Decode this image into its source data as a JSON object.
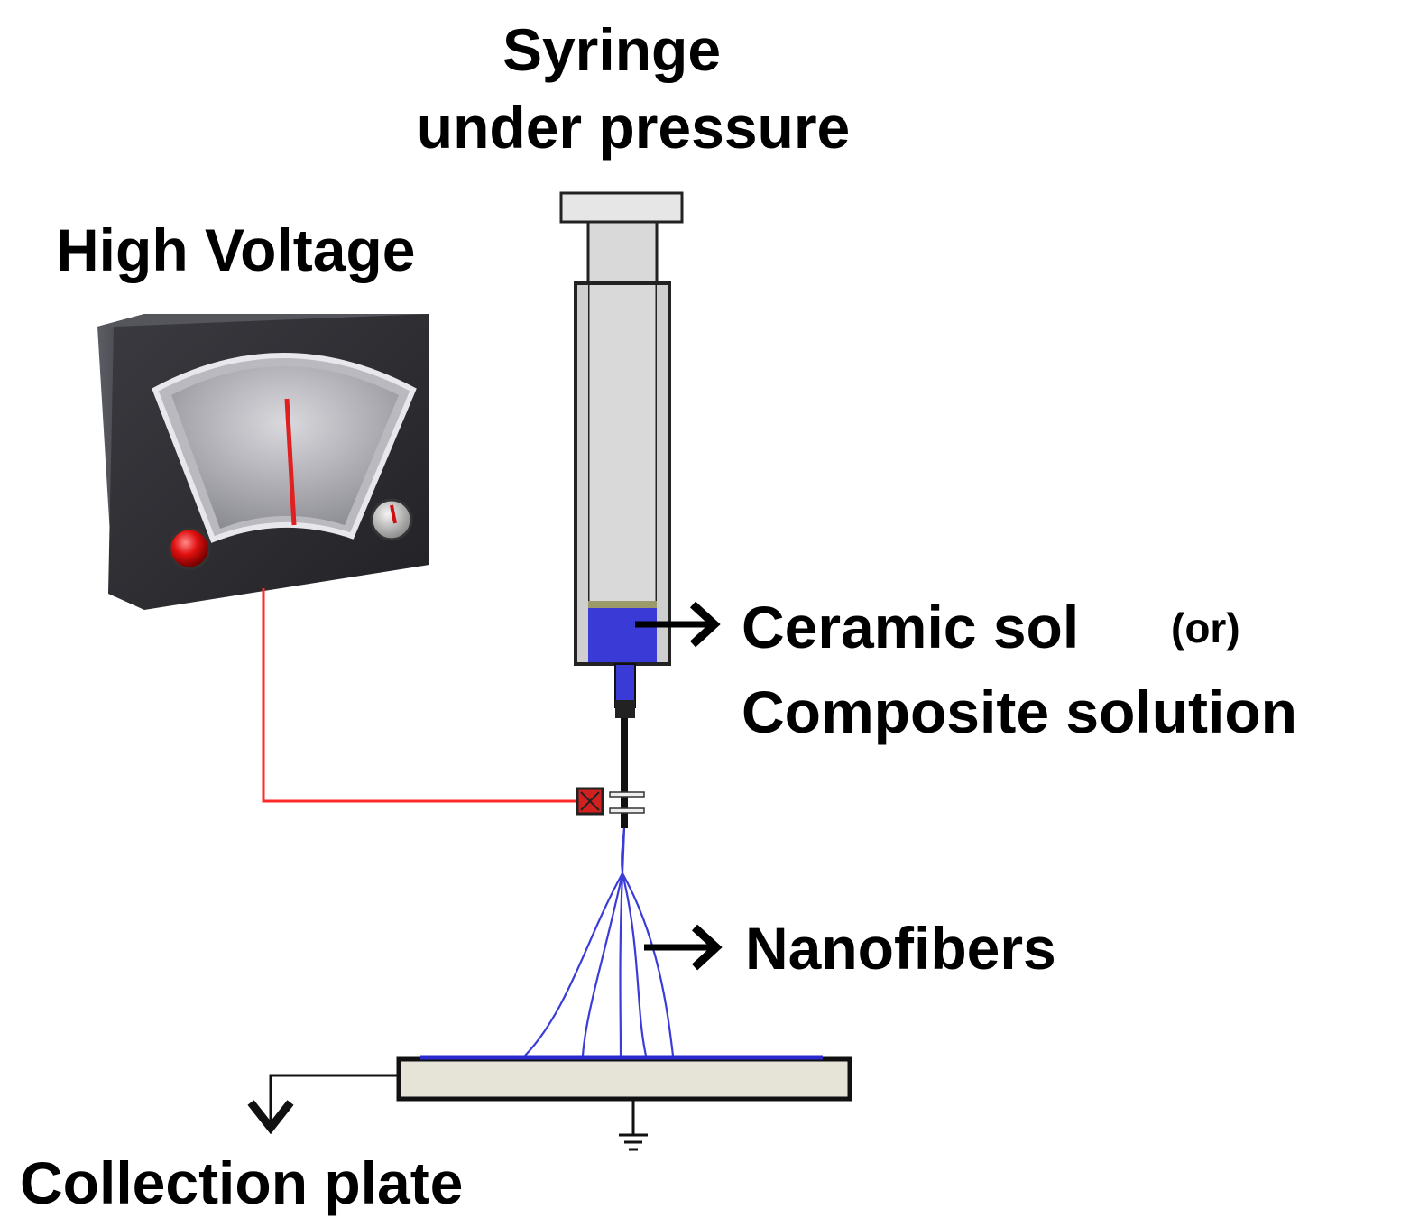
{
  "labels": {
    "syringe_line1": "Syringe",
    "syringe_line2": "under pressure",
    "high_voltage": "High Voltage",
    "ceramic_line1": "Ceramic sol",
    "ceramic_or": "(or)",
    "ceramic_line2": "Composite solution",
    "nanofibers": "Nanofibers",
    "collection_plate": "Collection plate"
  },
  "colors": {
    "wire": "#ff2a2a",
    "solution": "#3a3ad6",
    "fiber": "#3b3bd8",
    "meter_body": "#2e2e33",
    "plate": "#e6e4d6",
    "syringe": "#d8d8d8"
  }
}
